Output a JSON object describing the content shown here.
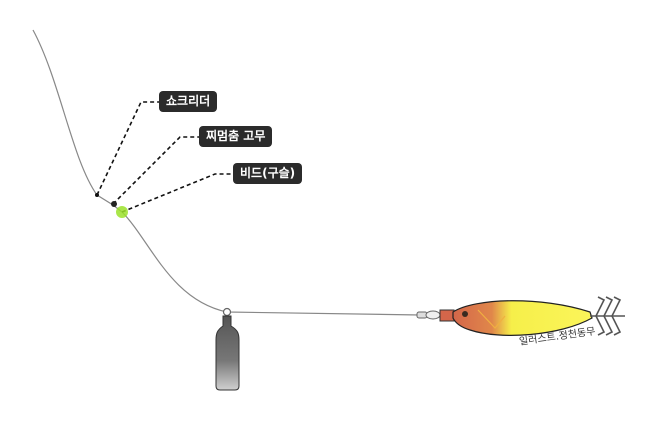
{
  "labels": {
    "shock_leader": "쇼크리더",
    "float_stopper": "찌멈춤 고무",
    "bead": "비드(구슬)"
  },
  "caption": "일러스트.정천동무",
  "colors": {
    "label_bg": "#2b2b2b",
    "bead": "#9be22a",
    "lure_body": "#f6ef4a",
    "lure_head": "#d4664a"
  }
}
